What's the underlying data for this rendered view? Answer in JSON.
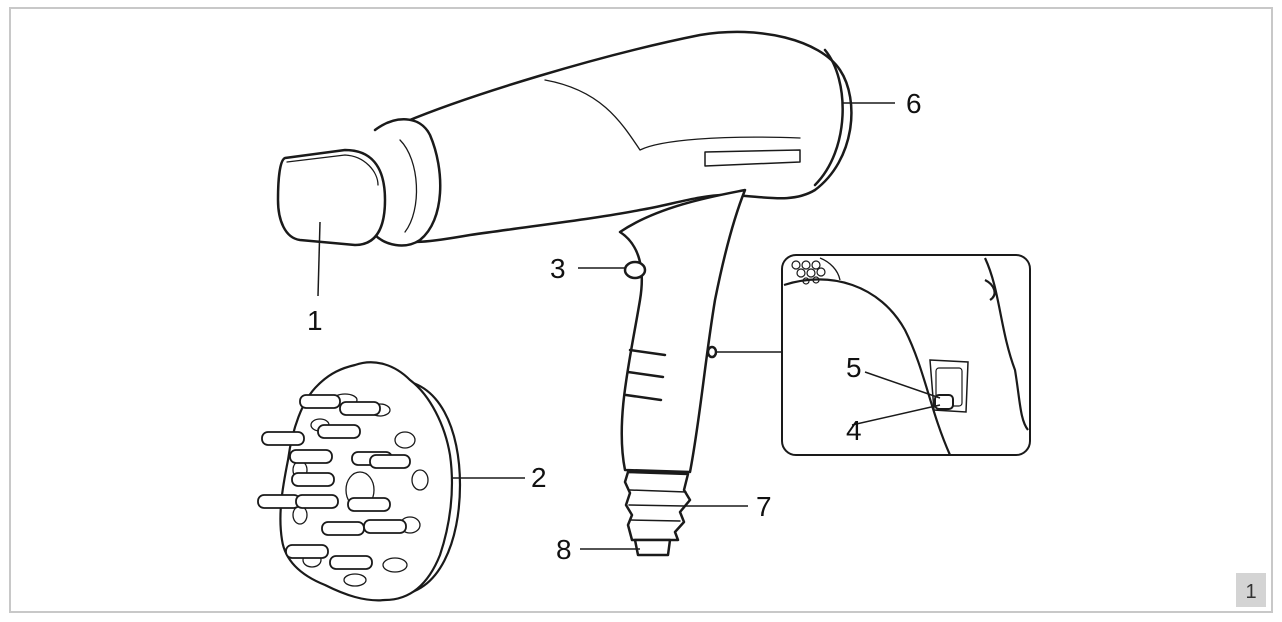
{
  "figure": {
    "number": "1",
    "colors": {
      "line": "#1a1a1a",
      "frame": "#c8c8c8",
      "badge": "#d4d4d4"
    }
  },
  "callouts": [
    {
      "id": "c1",
      "label": "1"
    },
    {
      "id": "c2",
      "label": "2"
    },
    {
      "id": "c3",
      "label": "3"
    },
    {
      "id": "c4",
      "label": "4"
    },
    {
      "id": "c5",
      "label": "5"
    },
    {
      "id": "c6",
      "label": "6"
    },
    {
      "id": "c7",
      "label": "7"
    },
    {
      "id": "c8",
      "label": "8"
    }
  ]
}
